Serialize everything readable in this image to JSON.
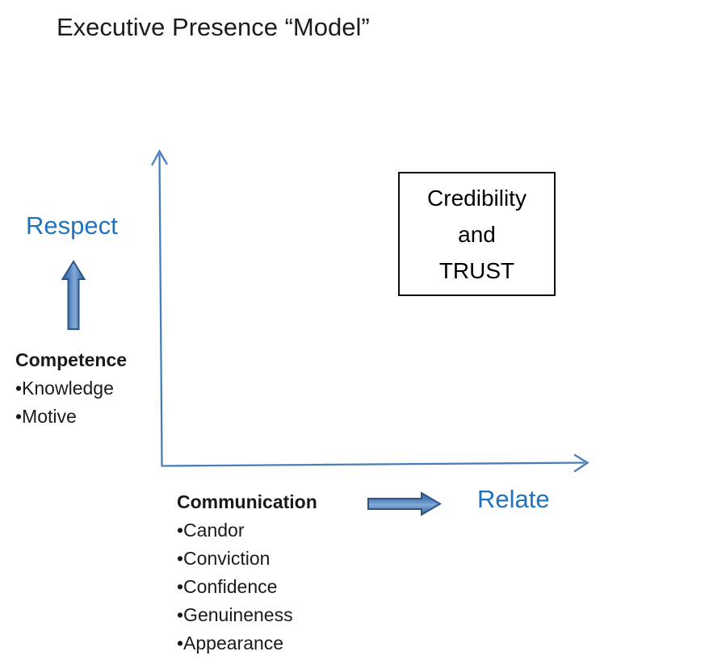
{
  "slide": {
    "title": "Executive Presence “Model”"
  },
  "axis": {
    "y_label": "Respect",
    "x_label": "Relate"
  },
  "competence": {
    "heading": "Competence",
    "items": [
      "•Knowledge",
      "•Motive"
    ]
  },
  "communication": {
    "heading": "Communication",
    "items": [
      "•Candor",
      "•Conviction",
      "•Confidence",
      "•Genuineness",
      "•Appearance"
    ]
  },
  "credibility_box": {
    "lines": [
      "Credibility",
      "and",
      "TRUST"
    ]
  },
  "colors": {
    "label_blue": "#1f73be",
    "axis_blue": "#4a7cb8",
    "block_arrow_fill": "#4f81bd",
    "block_arrow_highlight": "#85a9d4",
    "block_arrow_border": "#2e5384",
    "text_black": "#1a1a1a",
    "box_border_black": "#0d0d0d"
  },
  "icons": {
    "y_axis_arrow": "thin open arrow pointing up",
    "x_axis_arrow": "thin open arrow pointing right",
    "up_block_arrow": "thick block arrow pointing up",
    "right_block_arrow": "thick block arrow pointing right"
  }
}
